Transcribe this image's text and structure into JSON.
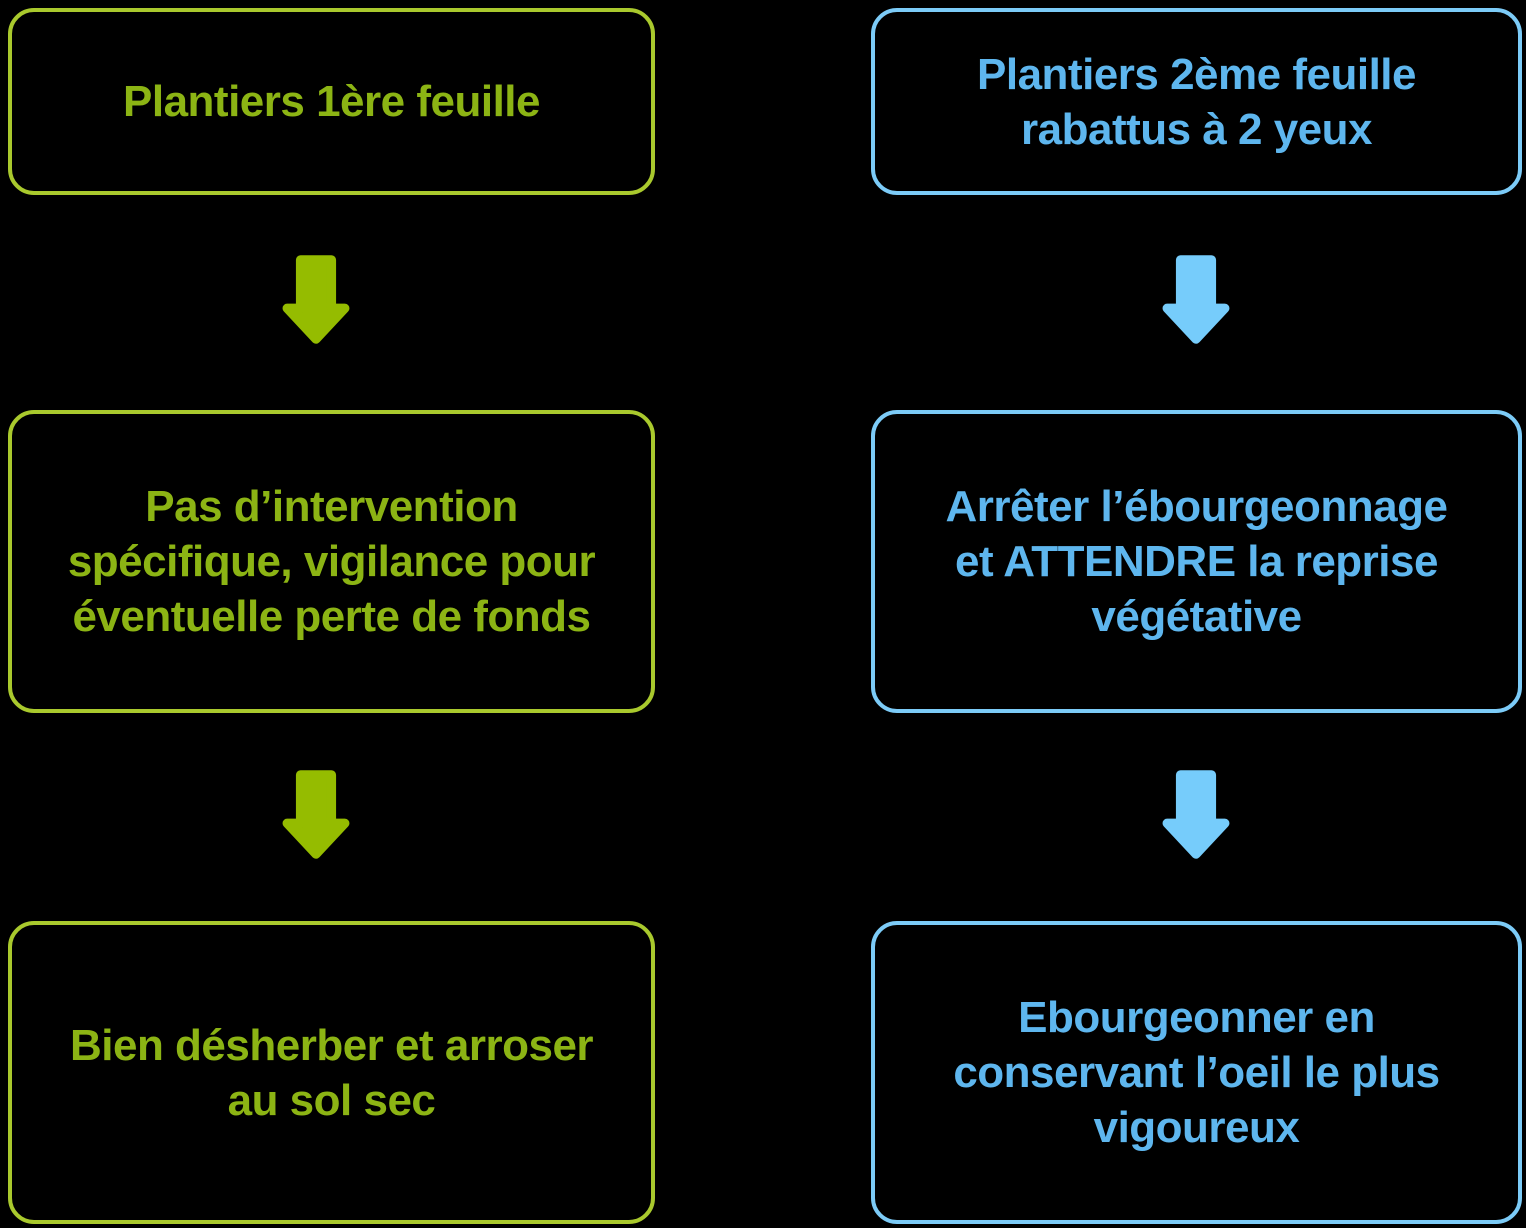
{
  "palette": {
    "background": "#000000",
    "green_border": "#A9C92D",
    "green_text": "#8CB414",
    "green_arrow": "#95BC00",
    "blue_border": "#7CCBF7",
    "blue_text": "#5EB6EE",
    "blue_arrow": "#76CCFB"
  },
  "flowchart": {
    "columns": [
      {
        "id": "plantiers-1ere-feuille",
        "color": "green",
        "steps": [
          {
            "lines": {
              "0": "Plantiers 1ère feuille"
            }
          },
          {
            "lines": {
              "0": "Pas d’intervention",
              "1": "spécifique, vigilance pour",
              "2": "éventuelle perte de fonds"
            }
          },
          {
            "lines": {
              "0": "Bien désherber et arroser",
              "1": "au sol sec"
            }
          }
        ]
      },
      {
        "id": "plantiers-2eme-feuille",
        "color": "blue",
        "steps": [
          {
            "lines": {
              "0": "Plantiers 2ème feuille",
              "1": "rabattus à 2 yeux"
            }
          },
          {
            "lines": {
              "0": "Arrêter l’ébourgeonnage",
              "1": "et ATTENDRE la reprise",
              "2": "végétative"
            }
          },
          {
            "lines": {
              "0": "Ebourgeonner en",
              "1": "conservant l’oeil le plus",
              "2": "vigoureux"
            }
          }
        ]
      }
    ]
  }
}
